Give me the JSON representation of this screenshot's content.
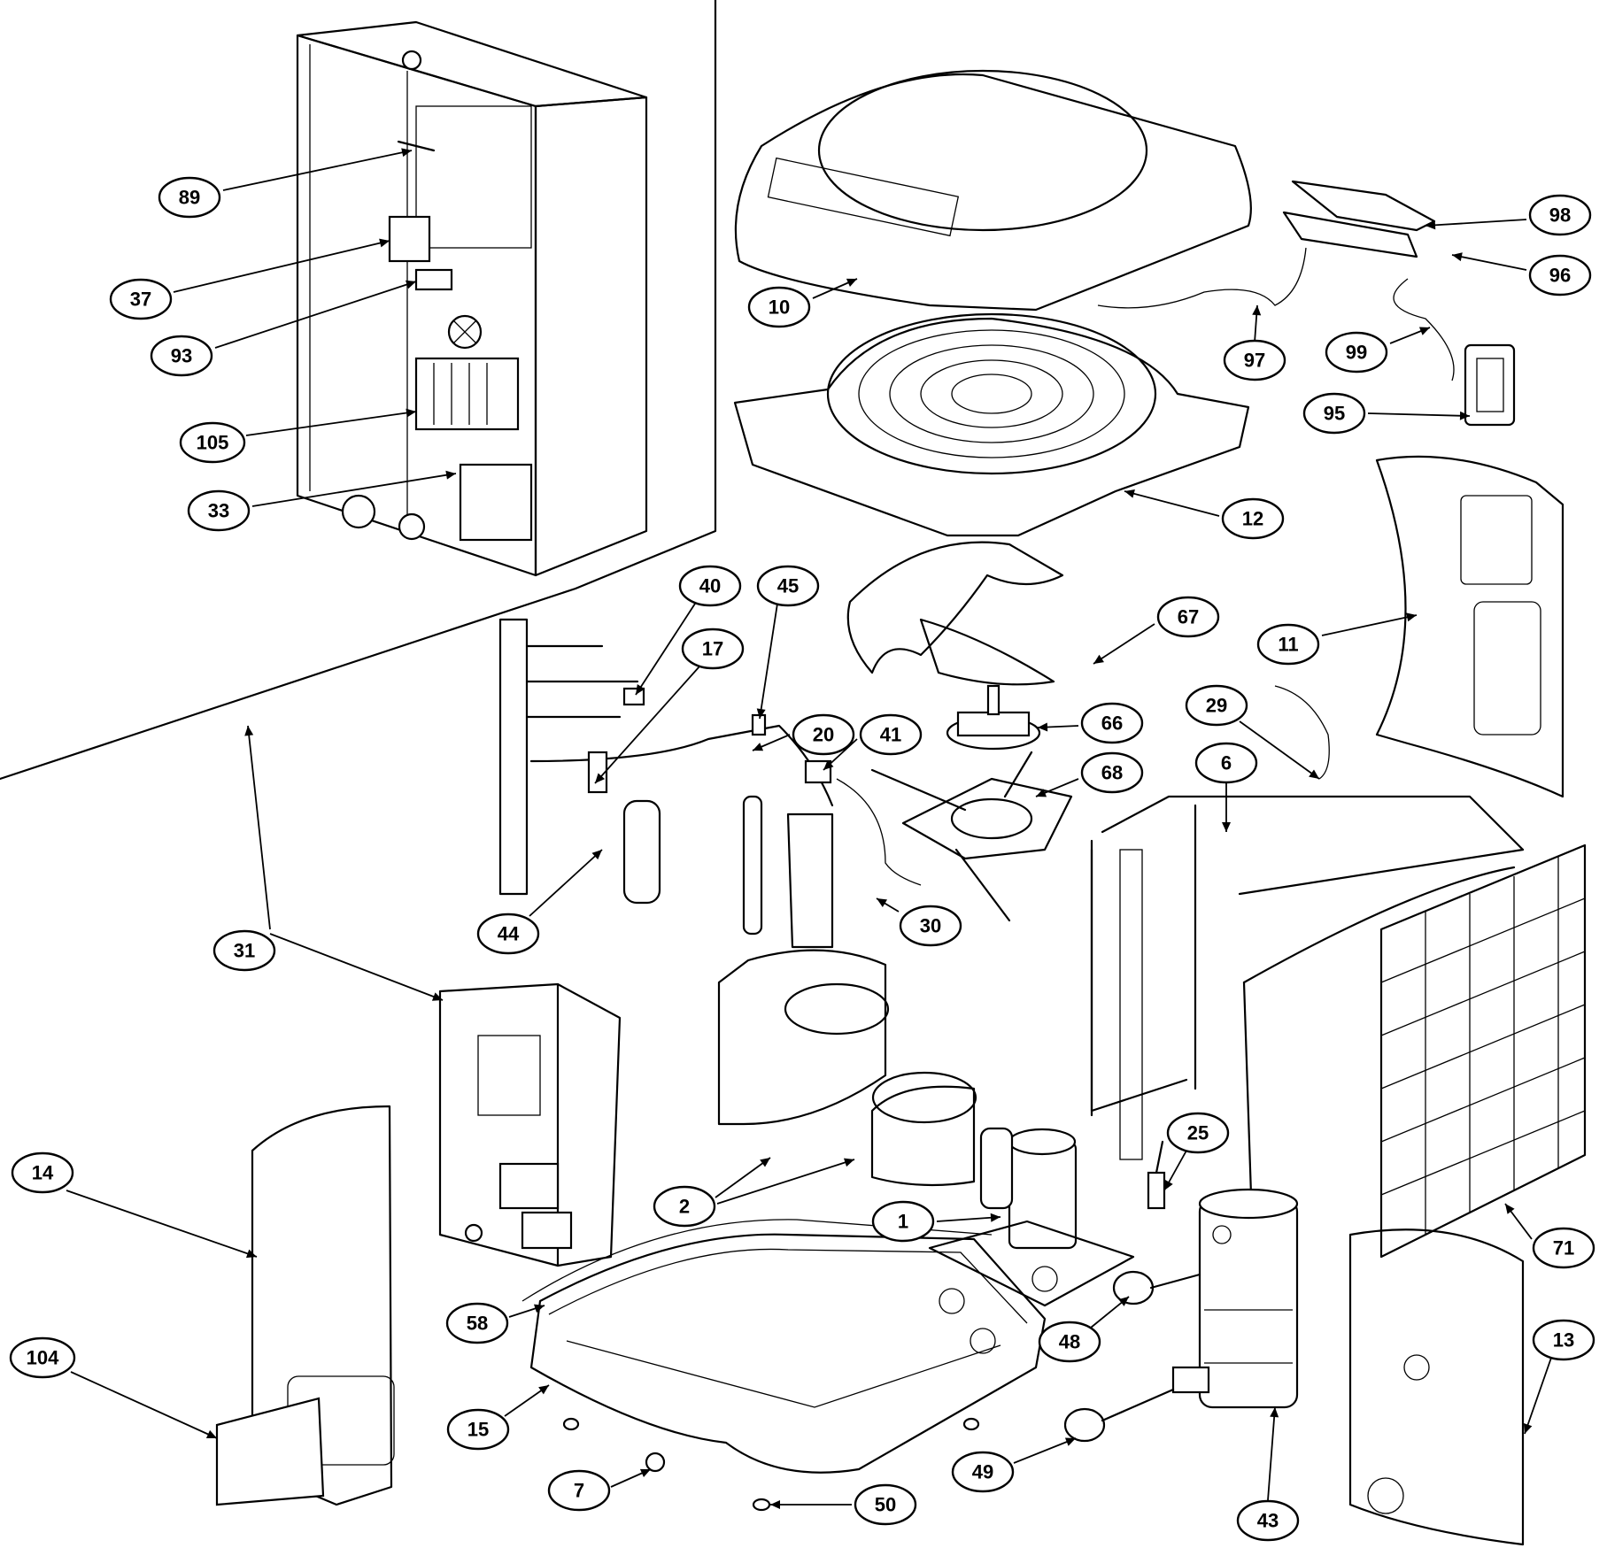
{
  "diagram": {
    "callouts": [
      {
        "id": "1",
        "label": "1"
      },
      {
        "id": "2",
        "label": "2"
      },
      {
        "id": "6",
        "label": "6"
      },
      {
        "id": "7",
        "label": "7"
      },
      {
        "id": "10",
        "label": "10"
      },
      {
        "id": "11",
        "label": "11"
      },
      {
        "id": "12",
        "label": "12"
      },
      {
        "id": "13",
        "label": "13"
      },
      {
        "id": "14",
        "label": "14"
      },
      {
        "id": "15",
        "label": "15"
      },
      {
        "id": "17",
        "label": "17"
      },
      {
        "id": "20",
        "label": "20"
      },
      {
        "id": "25",
        "label": "25"
      },
      {
        "id": "29",
        "label": "29"
      },
      {
        "id": "30",
        "label": "30"
      },
      {
        "id": "31",
        "label": "31"
      },
      {
        "id": "33",
        "label": "33"
      },
      {
        "id": "37",
        "label": "37"
      },
      {
        "id": "40",
        "label": "40"
      },
      {
        "id": "41",
        "label": "41"
      },
      {
        "id": "43",
        "label": "43"
      },
      {
        "id": "44",
        "label": "44"
      },
      {
        "id": "45",
        "label": "45"
      },
      {
        "id": "48",
        "label": "48"
      },
      {
        "id": "49",
        "label": "49"
      },
      {
        "id": "50",
        "label": "50"
      },
      {
        "id": "58",
        "label": "58"
      },
      {
        "id": "66",
        "label": "66"
      },
      {
        "id": "67",
        "label": "67"
      },
      {
        "id": "68",
        "label": "68"
      },
      {
        "id": "71",
        "label": "71"
      },
      {
        "id": "89",
        "label": "89"
      },
      {
        "id": "93",
        "label": "93"
      },
      {
        "id": "95",
        "label": "95"
      },
      {
        "id": "96",
        "label": "96"
      },
      {
        "id": "97",
        "label": "97"
      },
      {
        "id": "98",
        "label": "98"
      },
      {
        "id": "99",
        "label": "99"
      },
      {
        "id": "104",
        "label": "104"
      },
      {
        "id": "105",
        "label": "105"
      }
    ]
  }
}
